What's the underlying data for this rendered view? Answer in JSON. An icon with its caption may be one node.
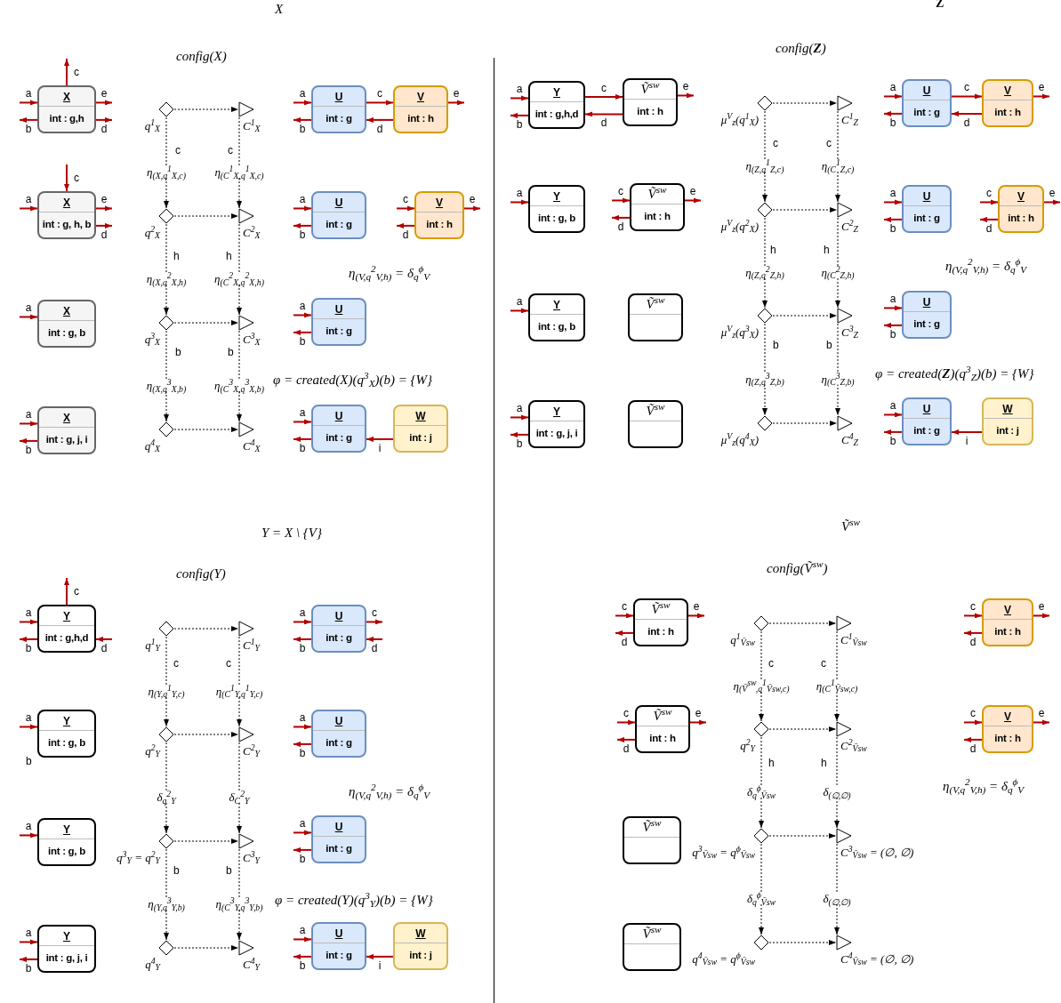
{
  "diagram": {
    "nodes": [
      {
        "text": [
          "X",
          "int : g,h"
        ]
      },
      {
        "text": [],
        "shape": "diamond",
        "beside": [
          "q$^{1}$$_{X}$"
        ]
      },
      {
        "text": [],
        "shape": "triangle",
        "beside": [
          "C$^{1}$$_{X}$"
        ]
      },
      {
        "text": [
          "U",
          "int : g"
        ]
      },
      {
        "text": [
          "V",
          "int : h"
        ]
      },
      {
        "text": [
          "X",
          "int : g, h, b"
        ]
      },
      {
        "text": [],
        "shape": "diamond",
        "beside": [
          "q$^{2}$$_{X}$"
        ]
      },
      {
        "text": [],
        "shape": "triangle",
        "beside": [
          "C$^{2}$$_{X}$"
        ]
      },
      {
        "text": [
          "U",
          "int : g"
        ]
      },
      {
        "text": [
          "V",
          "int : h"
        ]
      },
      {
        "text": [
          "X",
          "int : g, b"
        ]
      },
      {
        "text": [],
        "shape": "diamond",
        "beside": [
          "q$^{3}$$_{X}$"
        ]
      },
      {
        "text": [],
        "shape": "triangle",
        "beside": [
          "C$^{3}$$_{X}$"
        ]
      },
      {
        "text": [
          "U",
          "int : g"
        ]
      },
      {
        "text": [
          "X",
          "int : g, j, i"
        ]
      },
      {
        "text": [],
        "shape": "diamond",
        "beside": [
          "q$^{4}$$_{X}$"
        ]
      },
      {
        "text": [],
        "shape": "triangle",
        "beside": [
          "C$^{4}$$_{X}$"
        ]
      },
      {
        "text": [
          "U",
          "int : g"
        ]
      },
      {
        "text": [
          "W",
          "int : j"
        ]
      },
      {
        "text": [
          "Y",
          "int : g,h,d"
        ]
      },
      {
        "text": [
          "Ṽ$^{sw}$",
          "int : h"
        ]
      },
      {
        "text": [],
        "shape": "diamond",
        "beside": [
          "μ$^{V}$$_{z}$(q$^{1}$$_{X}$)"
        ]
      },
      {
        "text": [],
        "shape": "triangle",
        "beside": [
          "C$^{1}$$_{Z}$"
        ]
      },
      {
        "text": [
          "U",
          "int : g"
        ]
      },
      {
        "text": [
          "V",
          "int : h"
        ]
      },
      {
        "text": [
          "Y",
          "int : g, b"
        ]
      },
      {
        "text": [
          "Ṽ$^{sw}$",
          "int : h"
        ]
      },
      {
        "text": [],
        "shape": "diamond",
        "beside": [
          "μ$^{V}$$_{z}$(q$^{2}$$_{X}$)"
        ]
      },
      {
        "text": [],
        "shape": "triangle",
        "beside": [
          "C$^{2}$$_{Z}$"
        ]
      },
      {
        "text": [
          "U",
          "int : g"
        ]
      },
      {
        "text": [
          "V",
          "int : h"
        ]
      },
      {
        "text": [
          "Y",
          "int : g, b"
        ]
      },
      {
        "text": [
          "Ṽ$^{sw}$"
        ]
      },
      {
        "text": [],
        "shape": "diamond",
        "beside": [
          "μ$^{V}$$_{z}$(q$^{3}$$_{X}$)"
        ]
      },
      {
        "text": [],
        "shape": "triangle",
        "beside": [
          "C$^{3}$$_{Z}$"
        ]
      },
      {
        "text": [
          "U",
          "int : g"
        ]
      },
      {
        "text": [
          "Y",
          "int : g, j, i"
        ]
      },
      {
        "text": [
          "Ṽ$^{sw}$"
        ]
      },
      {
        "text": [],
        "shape": "diamond",
        "beside": [
          "μ$^{V}$$_{z}$(q$^{4}$$_{X}$)"
        ]
      },
      {
        "text": [],
        "shape": "triangle",
        "beside": [
          "C$^{4}$$_{Z}$"
        ]
      },
      {
        "text": [
          "U",
          "int : g"
        ]
      },
      {
        "text": [
          "W",
          "int : j"
        ]
      },
      {
        "text": [
          "Y",
          "int : g,h,d"
        ]
      },
      {
        "text": [],
        "shape": "diamond",
        "beside": [
          "q$^{1}$$_{Y}$"
        ]
      },
      {
        "text": [],
        "shape": "triangle",
        "beside": [
          "C$^{1}$$_{Y}$"
        ]
      },
      {
        "text": [
          "U",
          "int : g"
        ]
      },
      {
        "text": [
          "Y",
          "int : g, b"
        ],
        "beside": [
          "b"
        ]
      },
      {
        "text": [],
        "shape": "diamond",
        "beside": [
          "q$^{2}$$_{Y}$"
        ]
      },
      {
        "text": [],
        "shape": "triangle",
        "beside": [
          "C$^{2}$$_{Y}$"
        ]
      },
      {
        "text": [
          "U",
          "int : g"
        ]
      },
      {
        "text": [
          "Y",
          "int : g, b"
        ]
      },
      {
        "text": [],
        "shape": "diamond",
        "beside": [
          "q$^{3}$$_{Y}$ = q$^{2}$$_{Y}$"
        ]
      },
      {
        "text": [],
        "shape": "triangle",
        "beside": [
          "C$^{3}$$_{Y}$"
        ]
      },
      {
        "text": [
          "U",
          "int : g"
        ]
      },
      {
        "text": [
          "Y",
          "int : g, j, i"
        ]
      },
      {
        "text": [],
        "shape": "diamond",
        "beside": [
          "q$^{4}$$_{Y}$"
        ]
      },
      {
        "text": [],
        "shape": "triangle",
        "beside": [
          "C$^{4}$$_{Y}$"
        ]
      },
      {
        "text": [
          "U",
          "int : g"
        ]
      },
      {
        "text": [
          "W",
          "int : j"
        ]
      },
      {
        "text": [
          "Ṽ$^{sw}$",
          "int : h"
        ]
      },
      {
        "text": [],
        "shape": "diamond",
        "beside": [
          "q$^{1}$$_{Ṽsw}$"
        ]
      },
      {
        "text": [],
        "shape": "triangle",
        "beside": [
          "C$^{1}$$_{Ṽsw}$"
        ]
      },
      {
        "text": [
          "V",
          "int : h"
        ]
      },
      {
        "text": [
          "Ṽ$^{sw}$",
          "int : h"
        ]
      },
      {
        "text": [],
        "shape": "diamond",
        "beside": [
          "q$^{2}$$_{Y}$"
        ]
      },
      {
        "text": [],
        "shape": "triangle",
        "beside": [
          "C$^{2}$$_{Ṽsw}$"
        ]
      },
      {
        "text": [
          "V",
          "int : h"
        ]
      },
      {
        "text": [
          "Ṽ$^{sw}$"
        ]
      },
      {
        "text": [],
        "shape": "diamond",
        "beside": [
          "q$^{3}$$_{Ṽsw}$ = q$^{ϕ}$$_{Ṽsw}$"
        ]
      },
      {
        "text": [],
        "shape": "triangle",
        "beside": [
          "C$^{3}$$_{Ṽsw}$ = (∅, ∅)"
        ]
      },
      {
        "text": [
          "Ṽ$^{sw}$"
        ]
      },
      {
        "text": [],
        "shape": "diamond",
        "beside": [
          "q$^{4}$$_{Ṽsw}$ = q$^{ϕ}$$_{Ṽsw}$"
        ]
      },
      {
        "text": [],
        "shape": "triangle",
        "beside": [
          "C$^{4}$$_{Ṽsw}$ = (∅, ∅)"
        ]
      }
    ],
    "edges": [
      {
        "from": null,
        "to": 0,
        "arrow": "to",
        "label": "a"
      },
      {
        "from": 0,
        "to": null,
        "arrow": "to",
        "label": "b"
      },
      {
        "from": 0,
        "to": null,
        "arrow": "to",
        "label": "c"
      },
      {
        "from": 0,
        "to": null,
        "arrow": "to",
        "label": "e"
      },
      {
        "from": 0,
        "to": null,
        "arrow": "to",
        "label": "d"
      },
      {
        "from": null,
        "to": 3,
        "arrow": "to",
        "label": "a"
      },
      {
        "from": 3,
        "to": null,
        "arrow": "to",
        "label": "b"
      },
      {
        "from": 3,
        "to": 4,
        "arrow": "to",
        "label": "c"
      },
      {
        "from": 4,
        "to": 3,
        "arrow": "to",
        "label": "d"
      },
      {
        "from": 4,
        "to": null,
        "arrow": "to",
        "label": "e"
      },
      {
        "from": 1,
        "to": 2,
        "arrow": "to",
        "style": "dashed",
        "color": "#000000"
      },
      {
        "from": 1,
        "to": 6,
        "arrow": "to",
        "style": "dashed",
        "color": "#000000",
        "label": "η$_{(X,q}$$^{1}$$_{X}$$_{,c)}$"
      },
      {
        "from": 2,
        "to": 7,
        "arrow": "to",
        "style": "dashed",
        "color": "#000000",
        "label": "η$_{(C}$$^{1}$$_{X}$$_{,q}$$^{1}$$_{X}$$_{,c)}$"
      },
      {
        "from": null,
        "to": 5,
        "arrow": "to",
        "label": "a"
      },
      {
        "from": null,
        "to": 5,
        "arrow": "to",
        "label": "c"
      },
      {
        "from": 5,
        "to": null,
        "arrow": "to",
        "label": "e"
      },
      {
        "from": 5,
        "to": null,
        "arrow": "to",
        "label": "d"
      },
      {
        "from": null,
        "to": 8,
        "arrow": "to",
        "label": "a"
      },
      {
        "from": 8,
        "to": null,
        "arrow": "to",
        "label": "b"
      },
      {
        "from": null,
        "to": 9,
        "arrow": "to",
        "label": "c"
      },
      {
        "from": 9,
        "to": null,
        "arrow": "to",
        "label": "d"
      },
      {
        "from": 9,
        "to": null,
        "arrow": "to",
        "label": "e"
      },
      {
        "from": 6,
        "to": 7,
        "arrow": "to",
        "style": "dashed",
        "color": "#000000"
      },
      {
        "from": 6,
        "to": 11,
        "arrow": "to",
        "style": "dashed",
        "color": "#000000",
        "label": "η$_{(X,q}$$^{2}$$_{X}$$_{,h)}$"
      },
      {
        "from": 7,
        "to": 12,
        "arrow": "to",
        "style": "dashed",
        "color": "#000000",
        "label": "η$_{(C}$$^{2}$$_{X}$$_{,q}$$^{2}$$_{X}$$_{,h)}$"
      },
      {
        "from": null,
        "to": 10,
        "arrow": "to",
        "label": "a"
      },
      {
        "from": null,
        "to": 13,
        "arrow": "to",
        "label": "a"
      },
      {
        "from": 13,
        "to": null,
        "arrow": "to",
        "label": "b"
      },
      {
        "from": 11,
        "to": 12,
        "arrow": "to",
        "style": "dashed",
        "color": "#000000"
      },
      {
        "from": 11,
        "to": 15,
        "arrow": "to",
        "style": "dashed",
        "color": "#000000",
        "label": "η$_{(X,q}$$^{3}$$_{X}$$_{,b)}$"
      },
      {
        "from": 12,
        "to": 16,
        "arrow": "to",
        "style": "dashed",
        "color": "#000000",
        "label": "η$_{(C}$$^{3}$$_{X}$$_{,q}$$^{3}$$_{X}$$_{,b)}$"
      },
      {
        "from": null,
        "to": 14,
        "arrow": "to",
        "label": "a"
      },
      {
        "from": 14,
        "to": null,
        "arrow": "to",
        "label": "b"
      },
      {
        "from": null,
        "to": 17,
        "arrow": "to",
        "label": "a"
      },
      {
        "from": 17,
        "to": null,
        "arrow": "to",
        "label": "b"
      },
      {
        "from": 18,
        "to": 17,
        "arrow": "to",
        "label": "i"
      },
      {
        "from": 15,
        "to": 16,
        "arrow": "to",
        "style": "dashed",
        "color": "#000000"
      },
      {
        "from": null,
        "to": 19,
        "arrow": "to",
        "label": "a"
      },
      {
        "from": 19,
        "to": null,
        "arrow": "to",
        "label": "b"
      },
      {
        "from": 19,
        "to": 20,
        "arrow": "to",
        "label": "c"
      },
      {
        "from": 20,
        "to": 19,
        "arrow": "to",
        "label": "d"
      },
      {
        "from": 20,
        "to": null,
        "arrow": "to",
        "label": "e"
      },
      {
        "from": null,
        "to": 23,
        "arrow": "to",
        "label": "a"
      },
      {
        "from": 23,
        "to": null,
        "arrow": "to",
        "label": "b"
      },
      {
        "from": 23,
        "to": 24,
        "arrow": "to",
        "label": "c"
      },
      {
        "from": 24,
        "to": 23,
        "arrow": "to",
        "label": "d"
      },
      {
        "from": 24,
        "to": null,
        "arrow": "to",
        "label": "e"
      },
      {
        "from": 21,
        "to": 22,
        "arrow": "to",
        "style": "dashed",
        "color": "#000000"
      },
      {
        "from": 21,
        "to": 27,
        "arrow": "to",
        "style": "dashed",
        "color": "#000000",
        "label": "η$_{(Z,q}$$^{1}$$_{Z}$$_{,c)}$"
      },
      {
        "from": 22,
        "to": 28,
        "arrow": "to",
        "style": "dashed",
        "color": "#000000",
        "label": "η$_{(C}$$^{1}$$_{Z}$$_{,c)}$"
      },
      {
        "from": null,
        "to": 25,
        "arrow": "to",
        "label": "a"
      },
      {
        "from": null,
        "to": 26,
        "arrow": "to",
        "label": "c"
      },
      {
        "from": 26,
        "to": null,
        "arrow": "to",
        "label": "d"
      },
      {
        "from": 26,
        "to": null,
        "arrow": "to",
        "label": "e"
      },
      {
        "from": null,
        "to": 29,
        "arrow": "to",
        "label": "a"
      },
      {
        "from": 29,
        "to": null,
        "arrow": "to",
        "label": "b"
      },
      {
        "from": null,
        "to": 30,
        "arrow": "to",
        "label": "c"
      },
      {
        "from": 30,
        "to": null,
        "arrow": "to",
        "label": "d"
      },
      {
        "from": 30,
        "to": null,
        "arrow": "to",
        "label": "e"
      },
      {
        "from": 27,
        "to": 28,
        "arrow": "to",
        "style": "dashed",
        "color": "#000000"
      },
      {
        "from": 27,
        "to": 33,
        "arrow": "to",
        "style": "dashed",
        "color": "#000000",
        "label": "η$_{(Z,q}$$^{2}$$_{Z}$$_{,h)}$"
      },
      {
        "from": 28,
        "to": 34,
        "arrow": "to",
        "style": "dashed",
        "color": "#000000",
        "label": "η$_{(C}$$^{2}$$_{Z}$$_{,h)}$"
      },
      {
        "from": null,
        "to": 31,
        "arrow": "to",
        "label": "a"
      },
      {
        "from": null,
        "to": 35,
        "arrow": "to",
        "label": "a"
      },
      {
        "from": 35,
        "to": null,
        "arrow": "to",
        "label": "b"
      },
      {
        "from": 33,
        "to": 34,
        "arrow": "to",
        "style": "dashed",
        "color": "#000000"
      },
      {
        "from": 33,
        "to": 38,
        "arrow": "to",
        "style": "dashed",
        "color": "#000000",
        "label": "η$_{(Z,q}$$^{3}$$_{Z}$$_{,b)}$"
      },
      {
        "from": 34,
        "to": 39,
        "arrow": "to",
        "style": "dashed",
        "color": "#000000",
        "label": "η$_{(C}$$^{3}$$_{Z}$$_{,b)}$"
      },
      {
        "from": null,
        "to": 36,
        "arrow": "to",
        "label": "a"
      },
      {
        "from": 36,
        "to": null,
        "arrow": "to",
        "label": "b"
      },
      {
        "from": null,
        "to": 40,
        "arrow": "to",
        "label": "a"
      },
      {
        "from": 40,
        "to": null,
        "arrow": "to",
        "label": "b"
      },
      {
        "from": 41,
        "to": 40,
        "arrow": "to",
        "label": "i"
      },
      {
        "from": 38,
        "to": 39,
        "arrow": "to",
        "style": "dashed",
        "color": "#000000"
      },
      {
        "from": null,
        "to": 42,
        "arrow": "to",
        "label": "a"
      },
      {
        "from": 42,
        "to": null,
        "arrow": "to",
        "label": "b"
      },
      {
        "from": 42,
        "to": null,
        "arrow": "to",
        "label": "c"
      },
      {
        "from": null,
        "to": 42,
        "arrow": "to",
        "label": "d"
      },
      {
        "from": null,
        "to": 45,
        "arrow": "to",
        "label": "a"
      },
      {
        "from": 45,
        "to": null,
        "arrow": "to",
        "label": "b"
      },
      {
        "from": 45,
        "to": null,
        "arrow": "to",
        "label": "c"
      },
      {
        "from": null,
        "to": 45,
        "arrow": "to",
        "label": "d"
      },
      {
        "from": 43,
        "to": 44,
        "arrow": "to",
        "style": "dashed",
        "color": "#000000"
      },
      {
        "from": 43,
        "to": 47,
        "arrow": "to",
        "style": "dashed",
        "color": "#000000",
        "label": "η$_{(Y,q}$$^{1}$$_{Y}$$_{,c)}$"
      },
      {
        "from": 44,
        "to": 48,
        "arrow": "to",
        "style": "dashed",
        "color": "#000000",
        "label": "η$_{(C}$$^{1}$$_{Y}$$_{,q}$$^{1}$$_{Y}$$_{,c)}$"
      },
      {
        "from": null,
        "to": 46,
        "arrow": "to",
        "label": "a"
      },
      {
        "from": null,
        "to": 49,
        "arrow": "to",
        "label": "a"
      },
      {
        "from": 49,
        "to": null,
        "arrow": "to",
        "label": "b"
      },
      {
        "from": 47,
        "to": 48,
        "arrow": "to",
        "style": "dashed",
        "color": "#000000"
      },
      {
        "from": 47,
        "to": 51,
        "arrow": "to",
        "style": "dashed",
        "color": "#000000",
        "label": "δ$_{q}$$^{2}$$_{Y}$"
      },
      {
        "from": 48,
        "to": 52,
        "arrow": "to",
        "style": "dashed",
        "color": "#000000",
        "label": "δ$_{C}$$^{2}$$_{Y}$"
      },
      {
        "from": null,
        "to": 50,
        "arrow": "to",
        "label": "a"
      },
      {
        "from": null,
        "to": 53,
        "arrow": "to",
        "label": "a"
      },
      {
        "from": 53,
        "to": null,
        "arrow": "to",
        "label": "b"
      },
      {
        "from": 51,
        "to": 52,
        "arrow": "to",
        "style": "dashed",
        "color": "#000000"
      },
      {
        "from": 51,
        "to": 55,
        "arrow": "to",
        "style": "dashed",
        "color": "#000000",
        "label": "η$_{(Y,q}$$^{3}$$_{Y}$$_{,b)}$"
      },
      {
        "from": 52,
        "to": 56,
        "arrow": "to",
        "style": "dashed",
        "color": "#000000",
        "label": "η$_{(C}$$^{3}$$_{Y}$$_{,q}$$^{3}$$_{Y}$$_{,b)}$"
      },
      {
        "from": null,
        "to": 54,
        "arrow": "to",
        "label": "a"
      },
      {
        "from": 54,
        "to": null,
        "arrow": "to",
        "label": "b"
      },
      {
        "from": null,
        "to": 57,
        "arrow": "to",
        "label": "a"
      },
      {
        "from": 57,
        "to": null,
        "arrow": "to",
        "label": "b"
      },
      {
        "from": 58,
        "to": 57,
        "arrow": "to",
        "label": "i"
      },
      {
        "from": 55,
        "to": 56,
        "arrow": "to",
        "style": "dashed",
        "color": "#000000"
      },
      {
        "from": null,
        "to": 59,
        "arrow": "to",
        "label": "c"
      },
      {
        "from": 59,
        "to": null,
        "arrow": "to",
        "label": "d"
      },
      {
        "from": 59,
        "to": null,
        "arrow": "to",
        "label": "e"
      },
      {
        "from": null,
        "to": 62,
        "arrow": "to",
        "label": "c"
      },
      {
        "from": 62,
        "to": null,
        "arrow": "to",
        "label": "d"
      },
      {
        "from": 62,
        "to": null,
        "arrow": "to",
        "label": "e"
      },
      {
        "from": 60,
        "to": 61,
        "arrow": "to",
        "style": "dashed",
        "color": "#000000"
      },
      {
        "from": 60,
        "to": 64,
        "arrow": "to",
        "style": "dashed",
        "color": "#000000",
        "label": "η$_{(Ṽ}$$^{sw}$$_{,q}$$^{1}$$_{Ṽsw}$$_{,c)}$"
      },
      {
        "from": 61,
        "to": 65,
        "arrow": "to",
        "style": "dashed",
        "color": "#000000",
        "label": "η$_{(C}$$^{1}$$_{Ṽsw}$$_{,c)}$"
      },
      {
        "from": null,
        "to": 63,
        "arrow": "to",
        "label": "c"
      },
      {
        "from": 63,
        "to": null,
        "arrow": "to",
        "label": "d"
      },
      {
        "from": 63,
        "to": null,
        "arrow": "to",
        "label": "e"
      },
      {
        "from": null,
        "to": 66,
        "arrow": "to",
        "label": "c"
      },
      {
        "from": 66,
        "to": null,
        "arrow": "to",
        "label": "d"
      },
      {
        "from": 66,
        "to": null,
        "arrow": "to",
        "label": "e"
      },
      {
        "from": 64,
        "to": 65,
        "arrow": "to",
        "style": "dashed",
        "color": "#000000"
      },
      {
        "from": 64,
        "to": 68,
        "arrow": "to",
        "style": "dashed",
        "color": "#000000",
        "label": "δ$_{q}$$^{ϕ}$$_{Ṽsw}$"
      },
      {
        "from": 65,
        "to": 69,
        "arrow": "to",
        "style": "dashed",
        "color": "#000000",
        "label": "δ$_{(∅,∅)}$"
      },
      {
        "from": 68,
        "to": 69,
        "arrow": "to",
        "style": "dashed",
        "color": "#000000"
      },
      {
        "from": 68,
        "to": 71,
        "arrow": "to",
        "style": "dashed",
        "color": "#000000",
        "label": "δ$_{q}$$^{ϕ}$$_{Ṽsw}$"
      },
      {
        "from": 69,
        "to": 72,
        "arrow": "to",
        "style": "dashed",
        "color": "#000000",
        "label": "δ$_{(∅,∅)}$"
      },
      {
        "from": 71,
        "to": 72,
        "arrow": "to",
        "style": "dashed",
        "color": "#000000"
      }
    ],
    "labels": [
      "X",
      "config(X)",
      "c",
      "c",
      "h",
      "h",
      "b",
      "b",
      "η$_{(V,q}$$^{2}$$_{V}$$_{,h)}$ = δ$_{q}$$^{ϕ}$$_{V}$",
      "φ = created(X)(q$^{3}$$_{X}$)(b) = {W}",
      "Z",
      "config(**Z**)",
      "c",
      "c",
      "h",
      "h",
      "b",
      "b",
      "η$_{(V,q}$$^{2}$$_{V}$$_{,h)}$ = δ$_{q}$$^{ϕ}$$_{V}$",
      "φ = created(**Z**)(q$^{3}$$_{Z}$)(b) = {W}",
      "Y = X \\ {V}",
      "config(Y)",
      "c",
      "c",
      "b",
      "b",
      "η$_{(V,q}$$^{2}$$_{V}$$_{,h)}$ = δ$_{q}$$^{ϕ}$$_{V}$",
      "φ = created(Y)(q$^{3}$$_{Y}$)(b) = {W}",
      "Ṽ$^{sw}$",
      "config(Ṽ$^{sw}$)",
      "c",
      "c",
      "h",
      "h",
      "η$_{(V,q}$$^{2}$$_{V}$$_{,h)}$ = δ$_{q}$$^{ϕ}$$_{V}$"
    ]
  }
}
